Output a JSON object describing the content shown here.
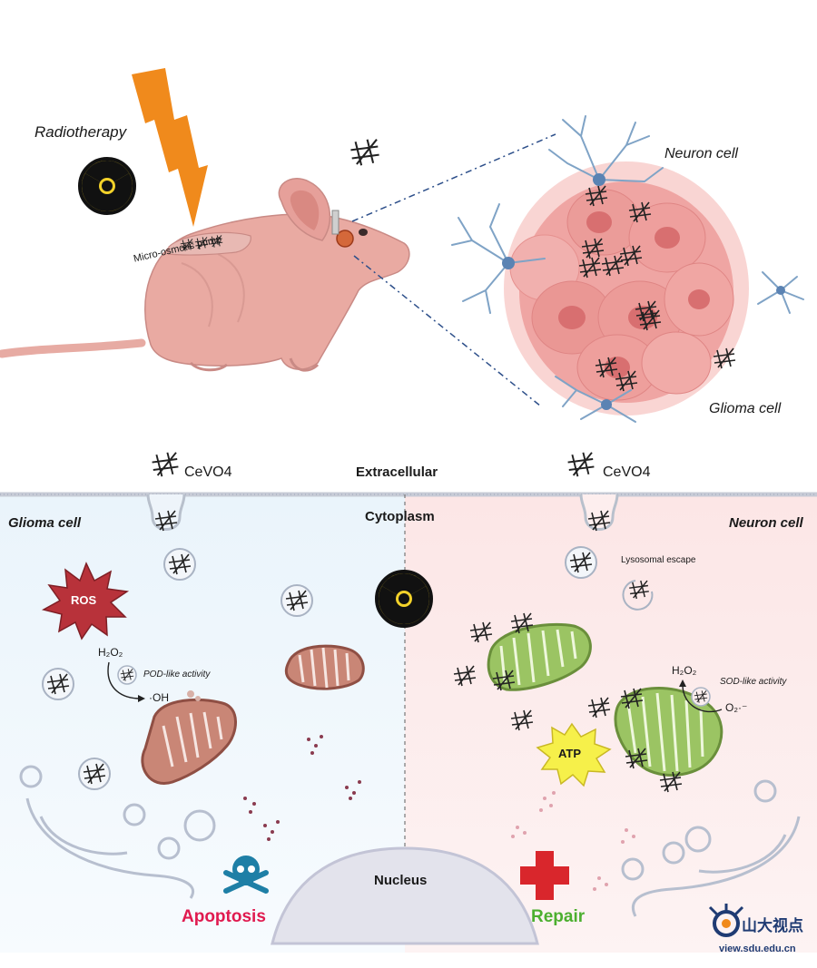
{
  "top": {
    "radiotherapy": "Radiotherapy",
    "pump": "Micro-osmotic pump",
    "neuron": "Neuron cell",
    "glioma": "Glioma cell"
  },
  "bottom": {
    "nano_left": "CeVO4",
    "nano_right": "CeVO4",
    "extracellular": "Extracellular",
    "cytoplasm": "Cytoplasm",
    "glioma_cell": "Glioma cell",
    "neuron_cell": "Neuron cell",
    "ros": "ROS",
    "h2o2_left": "H₂O₂",
    "pod": "POD-like activity",
    "oh": "·OH",
    "lysosomal": "Lysosomal escape",
    "h2o2_right": "H₂O₂",
    "sod": "SOD-like activity",
    "o2": "O₂·⁻",
    "atp": "ATP",
    "nucleus": "Nucleus",
    "apoptosis": "Apoptosis",
    "repair": "Repair"
  },
  "watermark": {
    "text": "山大视点",
    "url": "view.sdu.edu.cn"
  },
  "colors": {
    "glioma_bg": "#dcecf7",
    "neuron_bg": "#fbe3e3",
    "lightning": "#f08a1c",
    "mouse": "#e9aaa2",
    "tumor": "#e98f8f",
    "dendrite": "#7fa3c6",
    "mito_glioma": "#c98676",
    "mito_neuron": "#9bc463",
    "apoptosis": "#e01a4f",
    "repair": "#4caf2f",
    "ros": "#c0392b",
    "atp": "#f6f04a",
    "watermark": "#1f3b73"
  }
}
